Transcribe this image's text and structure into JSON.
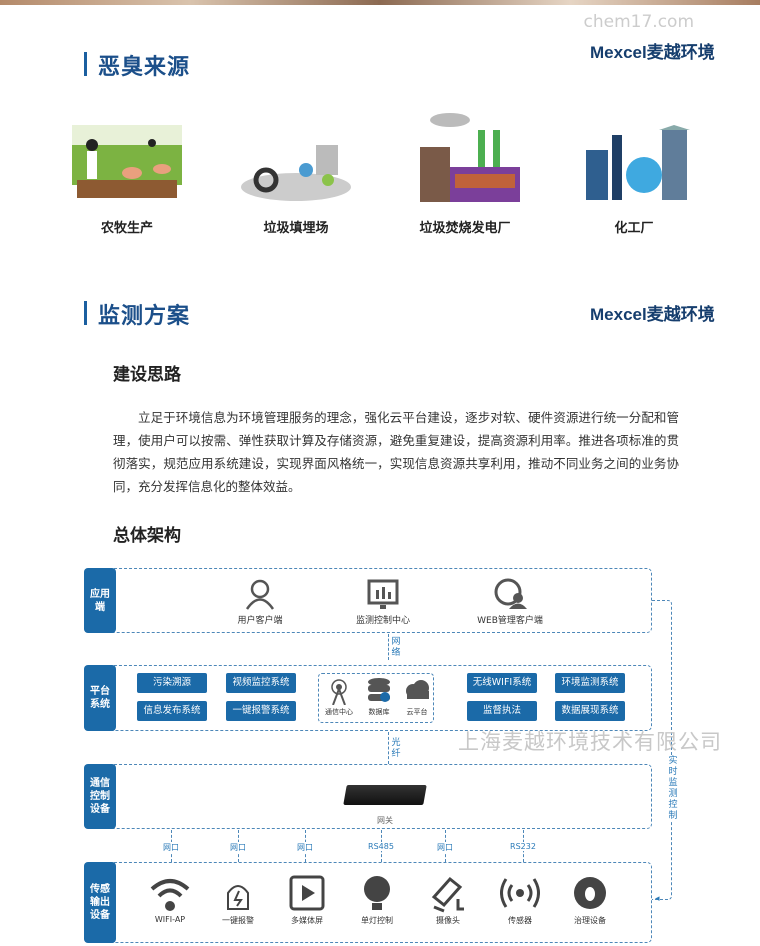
{
  "watermark_top": "chem17.com",
  "logo": {
    "latin": "Mexcel",
    "cn": "麦越环境"
  },
  "section1": {
    "title": "恶臭来源",
    "sources": [
      {
        "label": "农牧生产"
      },
      {
        "label": "垃圾填埋场"
      },
      {
        "label": "垃圾焚烧发电厂"
      },
      {
        "label": "化工厂"
      }
    ]
  },
  "section2": {
    "title": "监测方案",
    "concept_title": "建设思路",
    "concept_text": "立足于环境信息为环境管理服务的理念，强化云平台建设，逐步对软、硬件资源进行统一分配和管理，使用户可以按需、弹性获取计算及存储资源，避免重复建设，提高资源利用率。推进各项标准的贯彻落实，规范应用系统建设，实现界面风格统一，实现信息资源共享利用，推动不同业务之间的业务协同，充分发挥信息化的整体效益。",
    "arch_title": "总体架构"
  },
  "diagram": {
    "app": {
      "label": "应用端",
      "items": [
        "用户客户端",
        "监测控制中心",
        "WEB管理客户端"
      ]
    },
    "link1": "网络",
    "platform": {
      "label": "平台系统",
      "left": [
        "污染溯源",
        "视频监控系统",
        "信息发布系统",
        "一键报警系统"
      ],
      "center": [
        "通信中心",
        "数据库",
        "云平台"
      ],
      "right": [
        "无线WIFI系统",
        "环境监测系统",
        "监督执法",
        "数据展现系统"
      ]
    },
    "link2": "光纤",
    "comm": {
      "label": "通信控制设备",
      "device": "网关"
    },
    "ports": [
      "网口",
      "网口",
      "网口",
      "RS485",
      "网口",
      "RS232"
    ],
    "sensor": {
      "label": "传感输出设备",
      "items": [
        "WIFI-AP",
        "一键报警",
        "多媒体屏",
        "单灯控制",
        "摄像头",
        "传感器",
        "治理设备"
      ]
    },
    "side": "实时监测控制"
  },
  "watermark": "上海麦越环境技术有限公司",
  "colors": {
    "primary": "#1b6aa8",
    "title": "#1b4f8a"
  }
}
